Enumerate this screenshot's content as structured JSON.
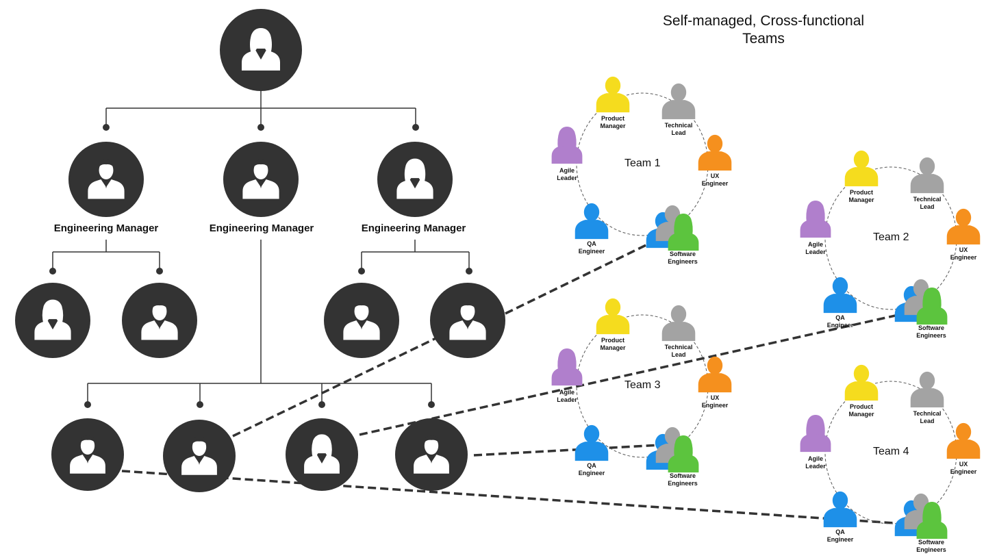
{
  "title": {
    "line1": "Self-managed, Cross-functional",
    "line2": "Teams"
  },
  "managers": [
    {
      "label": "Engineering Manager"
    },
    {
      "label": "Engineering Manager"
    },
    {
      "label": "Engineering Manager"
    }
  ],
  "colors": {
    "node": "#333333",
    "line": "#333333",
    "product": "#f5dc1e",
    "technical": "#a3a3a3",
    "ux": "#f5901e",
    "agile": "#b07fcc",
    "qa": "#1e90e8",
    "software_green": "#5cc43e"
  },
  "teams": [
    {
      "name": "Team 1"
    },
    {
      "name": "Team 2"
    },
    {
      "name": "Team 3"
    },
    {
      "name": "Team 4"
    }
  ],
  "roles": {
    "product": [
      "Product",
      "Manager"
    ],
    "technical": [
      "Technical",
      "Lead"
    ],
    "ux": [
      "UX",
      "Engineer"
    ],
    "agile": [
      "Agile",
      "Leader"
    ],
    "qa": [
      "QA",
      "Engineer"
    ],
    "software": [
      "Software",
      "Engineers"
    ]
  }
}
